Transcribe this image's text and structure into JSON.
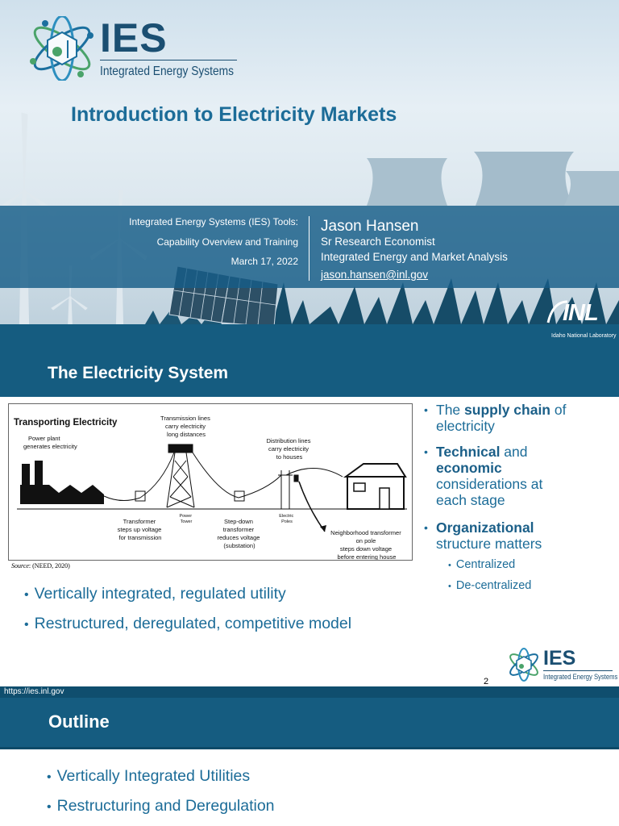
{
  "slide1": {
    "logo": {
      "acronym": "IES",
      "subtitle": "Integrated Energy Systems"
    },
    "title": "Introduction to Electricity Markets",
    "band_left": [
      "Integrated Energy Systems (IES) Tools:",
      "Capability Overview and Training",
      "March 17, 2022"
    ],
    "presenter": {
      "name": "Jason Hansen",
      "role": "Sr Research Economist",
      "department": "Integrated Energy and Market Analysis",
      "email": "jason.hansen@inl.gov"
    },
    "inl_logo": {
      "text": "INL",
      "subtitle": "Idaho National Laboratory"
    }
  },
  "slide2": {
    "title": "The Electricity System",
    "diagram": {
      "heading": "Transporting Electricity",
      "labels": {
        "plant": [
          "Power plant",
          "generates electricity"
        ],
        "transmission": [
          "Transmission lines",
          "carry electricity",
          "long distances"
        ],
        "distribution": [
          "Distribution lines",
          "carry electricity",
          "to houses"
        ],
        "transformer": [
          "Transformer",
          "steps up voltage",
          "for transmission"
        ],
        "tower": [
          "Power",
          "Tower"
        ],
        "stepdown": [
          "Step-down",
          "transformer",
          "reduces voltage",
          "(substation)"
        ],
        "poles": [
          "Electric",
          "Poles"
        ],
        "neighborhood": [
          "Neighborhood transformer",
          "on pole",
          "steps down voltage",
          "before entering house"
        ]
      }
    },
    "source": {
      "label": "Source",
      "text": ": (NEED, 2020)"
    },
    "right_bullets": {
      "b1": {
        "pre": "The ",
        "bold": "supply chain",
        "post": " of",
        "line2": "electricity"
      },
      "b2": {
        "bold1": "Technical",
        "mid": " and",
        "bold2": "economic",
        "line3": "considerations at",
        "line4": "each stage"
      },
      "b3": {
        "bold": "Organizational",
        "line2": "structure matters"
      },
      "sub": [
        "Centralized",
        "De-centralized"
      ]
    },
    "bottom_bullets": [
      "Vertically integrated, regulated utility",
      "Restructured, deregulated, competitive model"
    ],
    "page_number": "2",
    "footer_url": "https://ies.inl.gov",
    "logo": {
      "acronym": "IES",
      "subtitle": "Integrated Energy Systems"
    }
  },
  "slide3": {
    "title": "Outline",
    "bullets": [
      "Vertically Integrated Utilities",
      "Restructuring and Deregulation"
    ]
  },
  "colors": {
    "primary": "#155c80",
    "accent": "#1c6c98"
  }
}
